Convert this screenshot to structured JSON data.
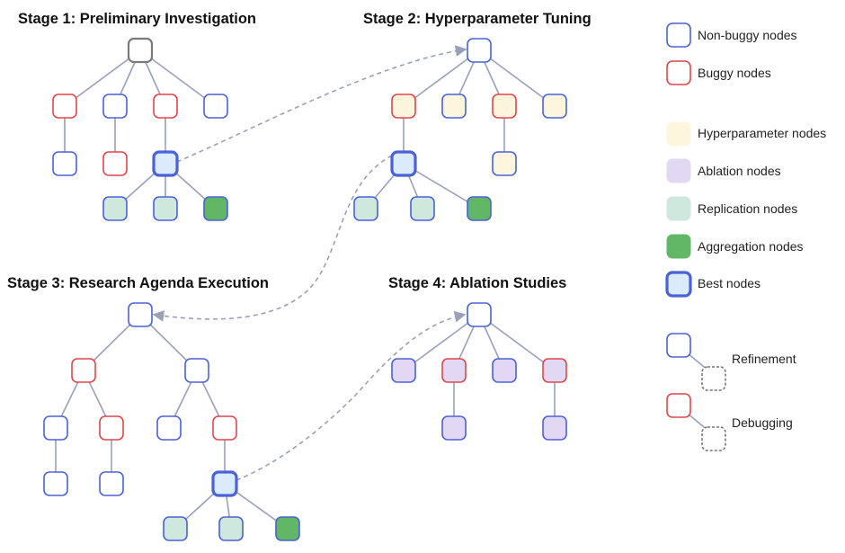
{
  "colors": {
    "non_buggy_border": "#4a62d8",
    "buggy_border": "#e0454a",
    "root_border": "#7a7a7a",
    "best_fill": "#dcebfb",
    "hyperparameter_fill": "#fdf6dc",
    "ablation_fill": "#e3d8f3",
    "replication_fill": "#cfe8dd",
    "aggregation_fill": "#62b766",
    "edge": "#9aa0b8",
    "arrow": "#9aa0b5",
    "placeholder_border": "#777777"
  },
  "stages": [
    {
      "id": "stage1",
      "title": "Stage 1: Preliminary Investigation"
    },
    {
      "id": "stage2",
      "title": "Stage 2: Hyperparameter Tuning"
    },
    {
      "id": "stage3",
      "title": "Stage 3: Research Agenda Execution"
    },
    {
      "id": "stage4",
      "title": "Stage 4: Ablation Studies"
    }
  ],
  "legend": {
    "non_buggy": "Non-buggy nodes",
    "buggy": "Buggy nodes",
    "hyperparameter": "Hyperparameter nodes",
    "ablation": "Ablation nodes",
    "replication": "Replication nodes",
    "aggregation": "Aggregation nodes",
    "best": "Best nodes",
    "refinement": "Refinement",
    "debugging": "Debugging"
  }
}
